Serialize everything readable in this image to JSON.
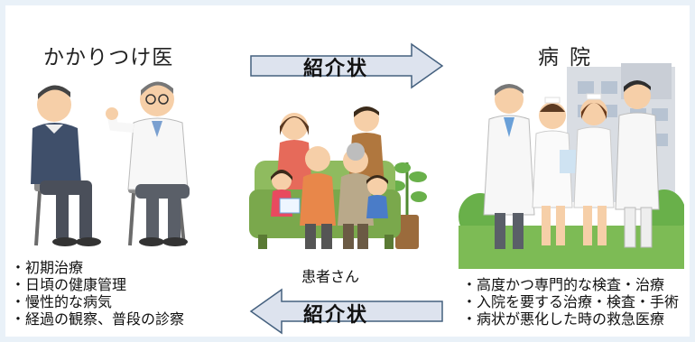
{
  "left": {
    "title": "かかりつけ医",
    "items": [
      "初期治療",
      "日頃の健康管理",
      "慢性的な病気",
      "経過の観察、普段の診察"
    ]
  },
  "right": {
    "title": "病院",
    "items": [
      "高度かつ専門的な検査・治療",
      "入院を要する治療・検査・手術",
      "病状が悪化した時の救急医療"
    ]
  },
  "center": {
    "caption": "患者さん"
  },
  "arrows": {
    "top_label": "紹介状",
    "bottom_label": "紹介状"
  },
  "colors": {
    "arrow_fill": "#dde3ee",
    "arrow_stroke": "#45617f",
    "sofa": "#8fbb5f",
    "tree": "#69b04a"
  }
}
